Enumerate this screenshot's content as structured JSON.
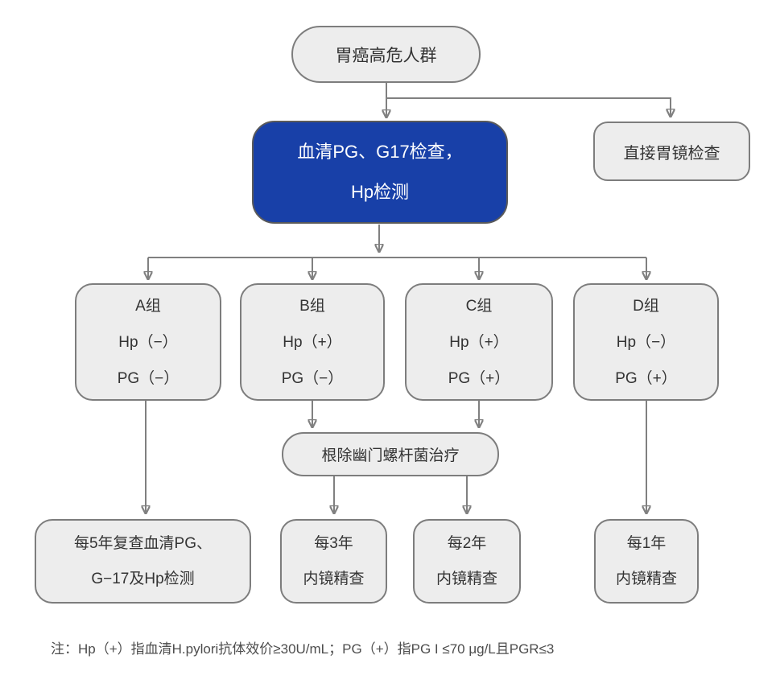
{
  "palette": {
    "node_fill": "#ededed",
    "node_border": "#7d7d7d",
    "accent_blue": "#1840a8",
    "connector_gray": "#808080",
    "text_dark": "#333333",
    "note_gray": "#4d4d4d"
  },
  "nodes": {
    "start": "胃癌高危人群",
    "serum_line1": "血清PG、G17检查，",
    "serum_line2": "Hp检测",
    "direct_gastroscopy": "直接胃镜检查",
    "eradication": "根除幽门螺杆菌治疗",
    "groups": [
      {
        "name": "A组",
        "hp": "Hp（−）",
        "pg": "PG（−）"
      },
      {
        "name": "B组",
        "hp": "Hp（+）",
        "pg": "PG（−）"
      },
      {
        "name": "C组",
        "hp": "Hp（+）",
        "pg": "PG（+）"
      },
      {
        "name": "D组",
        "hp": "Hp（−）",
        "pg": "PG（+）"
      }
    ],
    "followups": [
      {
        "line1": "每5年复查血清PG、",
        "line2": "G−17及Hp检测"
      },
      {
        "line1": "每3年",
        "line2": "内镜精查"
      },
      {
        "line1": "每2年",
        "line2": "内镜精查"
      },
      {
        "line1": "每1年",
        "line2": "内镜精查"
      }
    ]
  },
  "note": "注：Hp（+）指血清H.pylori抗体效价≥30U/mL；PG（+）指PG I ≤70 μg/L且PGR≤3"
}
